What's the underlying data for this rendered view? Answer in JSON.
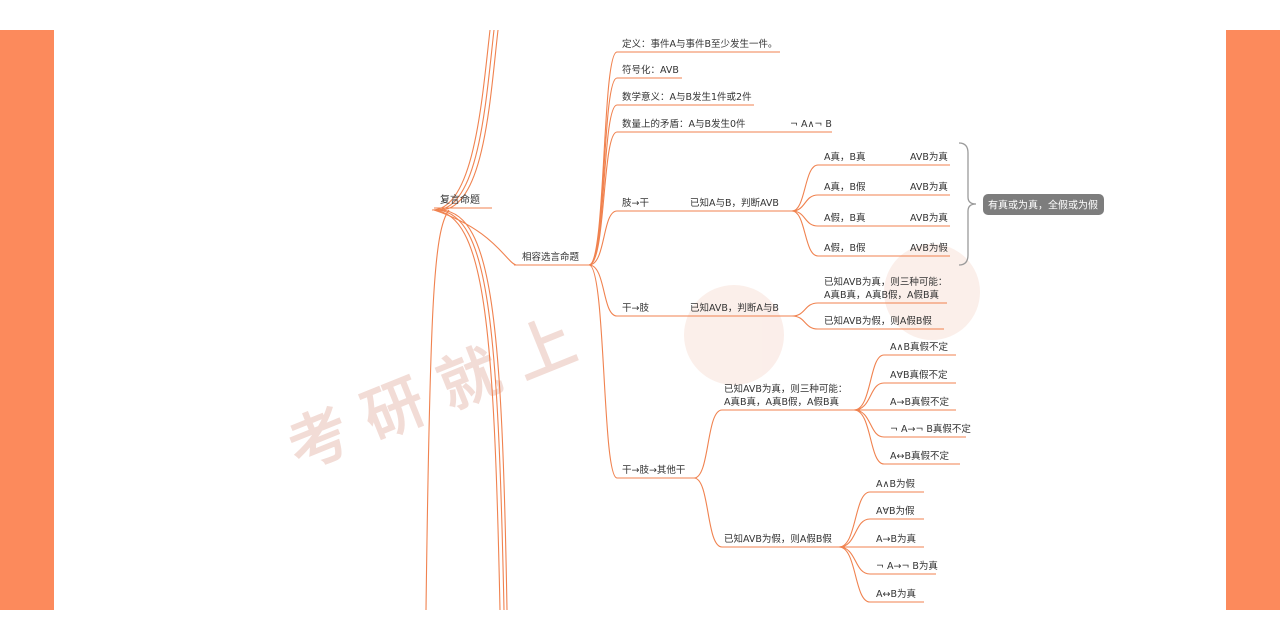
{
  "colors": {
    "accent": "#fc8a5c",
    "line": "#f0824f",
    "summary_bg": "#7d7d7d",
    "bracket": "#9a9a9a"
  },
  "watermark": {
    "text": "考 研 就 上"
  },
  "mindmap": {
    "root": "复言命题",
    "branch": "相容选言命题",
    "definition": "定义：事件A与事件B至少发生一件。",
    "symbol": "符号化：AVB",
    "math_meaning": "数学意义：A与B发生1件或2件",
    "contradiction": {
      "label": "数量上的矛盾：A与B发生0件",
      "formula": "¬ A∧¬ B"
    },
    "limb_to_trunk": {
      "label": "肢→干",
      "condition": "已知A与B，判断AVB",
      "rows": [
        {
          "case": "A真，B真",
          "result": "AVB为真"
        },
        {
          "case": "A真，B假",
          "result": "AVB为真"
        },
        {
          "case": "A假，B真",
          "result": "AVB为真"
        },
        {
          "case": "A假，B假",
          "result": "AVB为假"
        }
      ],
      "summary": "有真或为真，全假或为假"
    },
    "trunk_to_limb": {
      "label": "干→肢",
      "condition": "已知AVB，判断A与B",
      "results": [
        {
          "line1": "已知AVB为真，则三种可能：",
          "line2": "A真B真，A真B假，A假B真"
        },
        {
          "line1": "已知AVB为假，则A假B假",
          "line2": ""
        }
      ]
    },
    "trunk_limb_other": {
      "label": "干→肢→其他干",
      "true_case": {
        "line1": "已知AVB为真，则三种可能：",
        "line2": "A真B真，A真B假，A假B真",
        "items": [
          "A∧B真假不定",
          "A∀B真假不定",
          "A→B真假不定",
          "¬ A→¬ B真假不定",
          "A↔B真假不定"
        ]
      },
      "false_case": {
        "label": "已知AVB为假，则A假B假",
        "items": [
          "A∧B为假",
          "A∀B为假",
          "A→B为真",
          "¬ A→¬ B为真",
          "A↔B为真"
        ]
      }
    }
  }
}
